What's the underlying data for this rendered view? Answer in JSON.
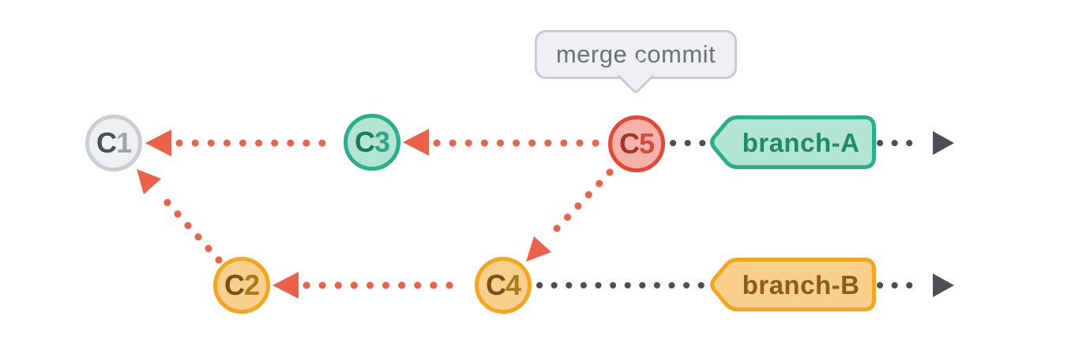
{
  "tooltip": {
    "text": "merge commit"
  },
  "commits": {
    "c1": {
      "letter": "C",
      "digit": "1"
    },
    "c2": {
      "letter": "C",
      "digit": "2"
    },
    "c3": {
      "letter": "C",
      "digit": "3"
    },
    "c4": {
      "letter": "C",
      "digit": "4"
    },
    "c5": {
      "letter": "C",
      "digit": "5"
    }
  },
  "branches": {
    "a": {
      "label": "branch-A"
    },
    "b": {
      "label": "branch-B"
    }
  },
  "relationships": {
    "parent_arrows": [
      "C3 → C1",
      "C5 → C3",
      "C5 → C4",
      "C4 → C2",
      "C2 → C1"
    ],
    "callout_points_at": "C5"
  },
  "colors": {
    "red_line": "#ec614a",
    "dark_line": "#4b4f55",
    "gray_fill": "#eef0f2",
    "gray_border": "#cacfd4",
    "gray_letter": "#4b5055",
    "gray_digit": "#9da3a8",
    "teal_fill": "#b2e5d2",
    "teal_border": "#2ab089",
    "teal_letter": "#1a7a5d",
    "teal_digit": "#2fa586",
    "orange_fill": "#f8cf8c",
    "orange_border": "#f2a51d",
    "orange_letter": "#7c4f12",
    "orange_digit": "#aa7a20",
    "merge_fill": "#f4b2ab",
    "merge_border": "#e64734",
    "merge_letter": "#a23327",
    "merge_digit": "#d44a36",
    "tooltip_fill": "#eef0f3",
    "tooltip_border": "#c7ccd1",
    "tooltip_text": "#6d7276",
    "branch_a_text": "#1e8a67",
    "branch_b_text": "#8c5d16"
  }
}
